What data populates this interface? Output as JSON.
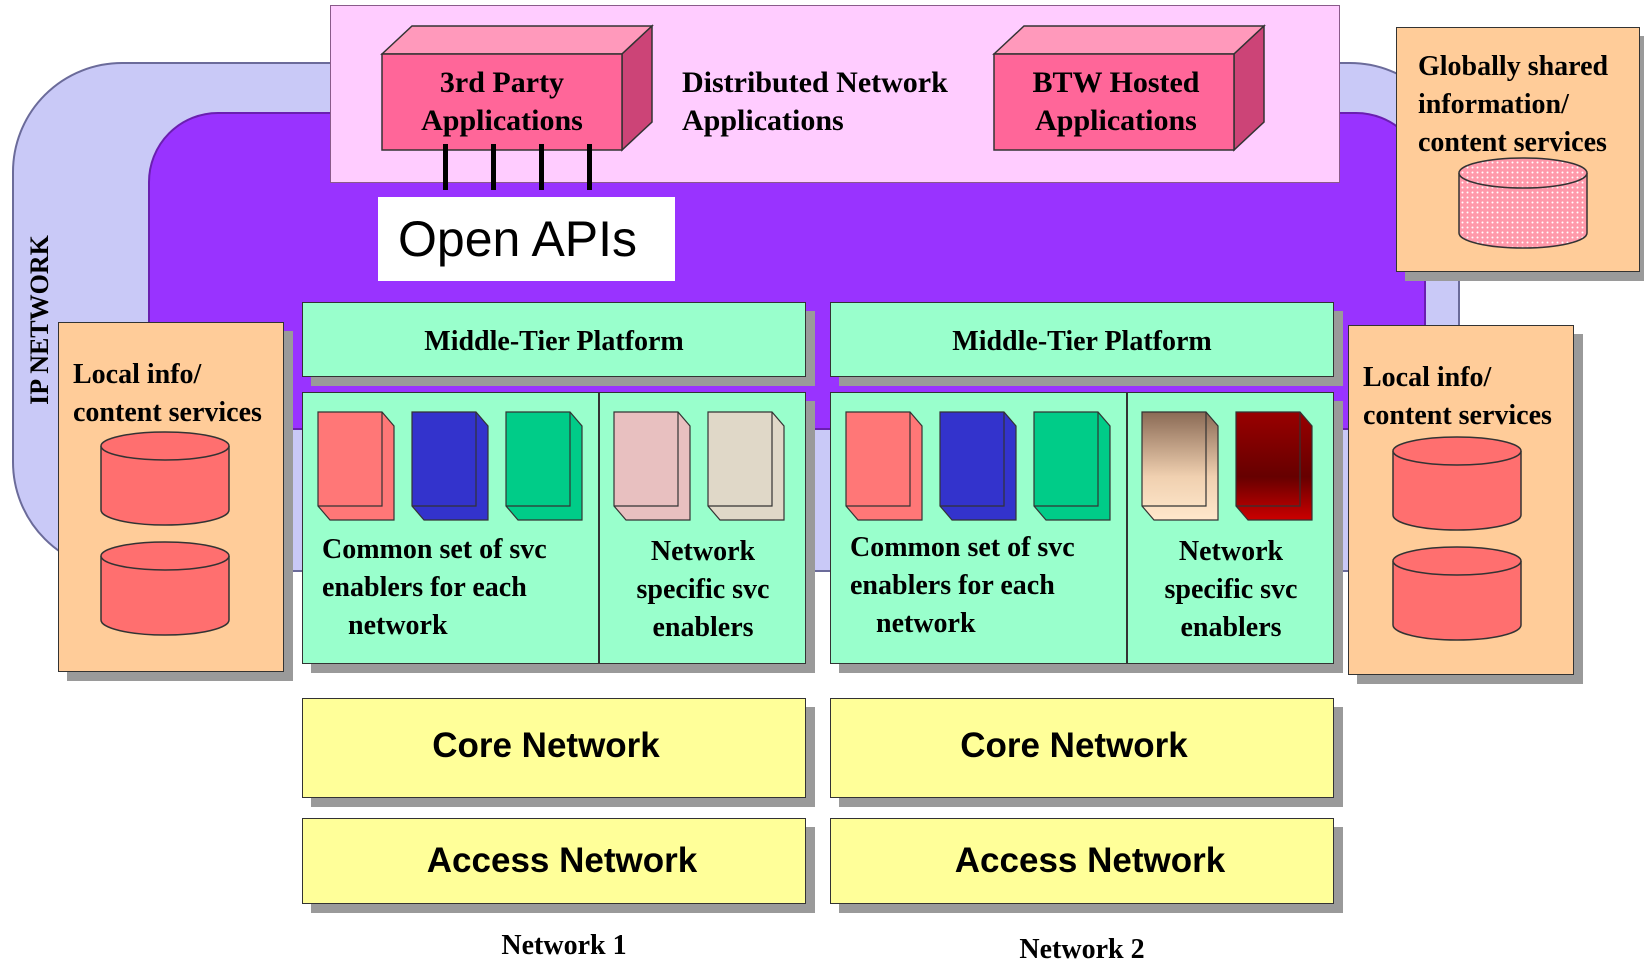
{
  "ip_network": {
    "label": "IP NETWORK"
  },
  "distributed": {
    "label_line1": "Distributed Network",
    "label_line2": "Applications",
    "third_party": {
      "line1": "3rd Party",
      "line2": "Applications"
    },
    "btw_hosted": {
      "line1": "BTW Hosted",
      "line2": "Applications"
    }
  },
  "open_apis": "Open APIs",
  "global_services": {
    "line1": "Globally shared",
    "line2": "information/",
    "line3": "content services"
  },
  "local_left": {
    "line1": "Local info/",
    "line2": "content services"
  },
  "local_right": {
    "line1": "Local info/",
    "line2": "content services"
  },
  "networks": [
    {
      "platform_title": "Middle-Tier Platform",
      "common": {
        "line1": "Common set of svc",
        "line2": "enablers for each",
        "line3": "network"
      },
      "specific": {
        "line1": "Network",
        "line2": "specific svc",
        "line3": "enablers"
      },
      "core": "Core Network",
      "access": "Access Network",
      "label": "Network 1"
    },
    {
      "platform_title": "Middle-Tier Platform",
      "common": {
        "line1": "Common set of svc",
        "line2": "enablers for each",
        "line3": "network"
      },
      "specific": {
        "line1": "Network",
        "line2": "specific svc",
        "line3": "enablers"
      },
      "core": "Core Network",
      "access": "Access Network",
      "label": "Network 2"
    }
  ],
  "colors": {
    "ip_outer": "#c9c9f7",
    "ip_inner": "#9933ff",
    "distributed_bg": "#ffccff",
    "app_box": "#ff6699",
    "platform": "#99ffcc",
    "network_layer": "#ffff99",
    "info_services": "#ffcc99",
    "database": "#ff6f6f"
  }
}
